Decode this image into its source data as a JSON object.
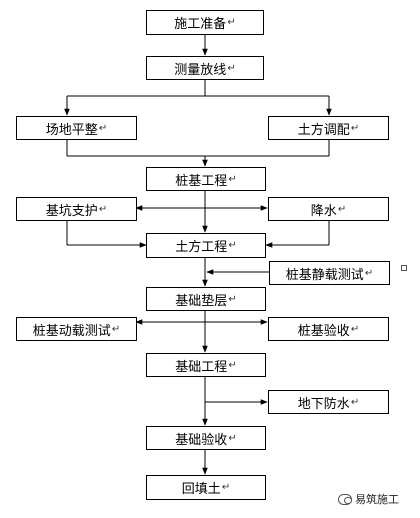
{
  "nodes": {
    "prep": "施工准备",
    "survey": "测量放线",
    "site_level": "场地平整",
    "earth_alloc": "土方调配",
    "pile_eng": "桩基工程",
    "pit_support": "基坑支护",
    "dewater": "降水",
    "earthwork": "土方工程",
    "pile_static": "桩基静载测试",
    "cushion": "基础垫层",
    "pile_dynamic": "桩基动载测试",
    "pile_accept": "桩基验收",
    "foundation": "基础工程",
    "waterproof": "地下防水",
    "found_accept": "基础验收",
    "backfill": "回填土"
  },
  "paragraph_mark": "↵",
  "watermark": {
    "text": "易筑施工",
    "icon": "wechat-icon"
  }
}
